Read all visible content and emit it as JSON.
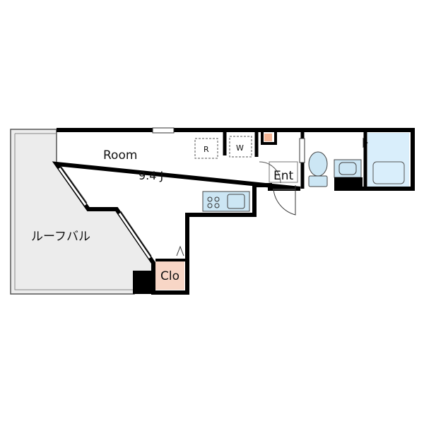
{
  "rooms": {
    "main": {
      "label": "Room",
      "area": "9.4 J"
    },
    "roof_balcony": {
      "label": "ルーフバル"
    },
    "closet": {
      "label": "Clo"
    },
    "entrance": {
      "label": "Ent"
    }
  },
  "fixtures": {
    "refrigerator": {
      "label": "R"
    },
    "washer": {
      "label": "W"
    }
  },
  "colors": {
    "wall": "#000000",
    "balcony_fill": "#ececec",
    "closet_fill": "#f8d6c6",
    "kitchen_fill": "#cce6f4",
    "bath_fill": "#d9eefb",
    "storage_fill": "#f3b596"
  }
}
